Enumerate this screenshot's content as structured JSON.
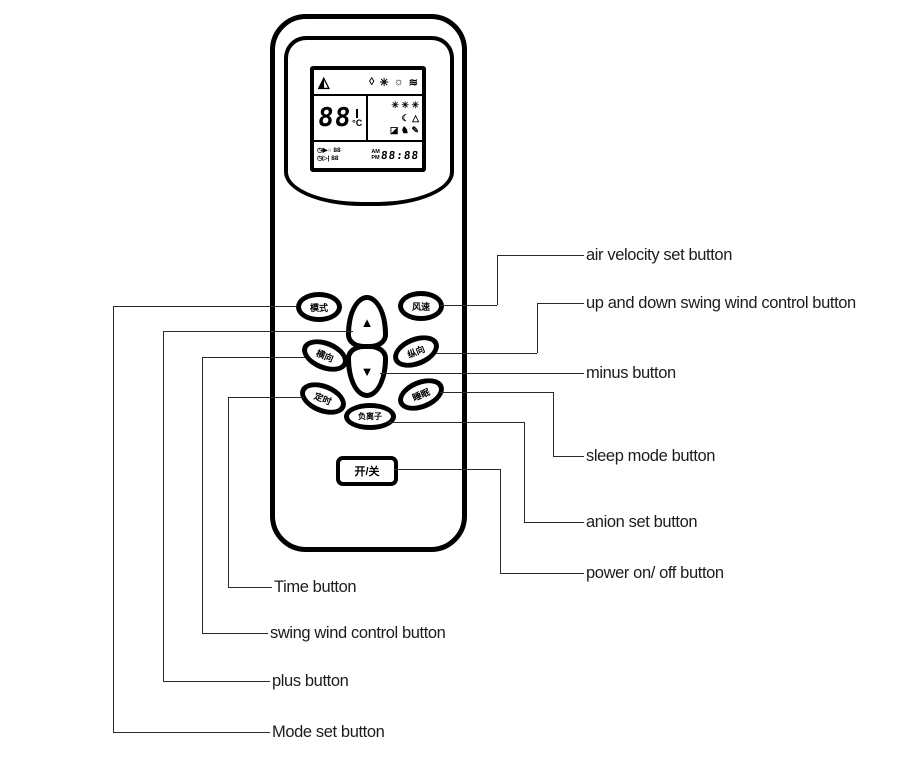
{
  "figure": {
    "type": "labeled-diagram",
    "subject": "air conditioner remote control",
    "background_color": "#ffffff",
    "line_color": "#2a2a2a",
    "device_color": "#000000"
  },
  "display": {
    "icons_top": {
      "triangle": "◭",
      "drop": "◊",
      "fan": "✳",
      "sun": "☼",
      "mist": "≋"
    },
    "temperature": "88",
    "temp_unit": "°C",
    "fan_row": "✳ ✳ ✳",
    "night_row": "☾ △",
    "swing_row": "◪ ♞ ✎",
    "timer_line1": "◷▶○ 88",
    "timer_line2": "◷▷| 88",
    "meridiem_top": "AM",
    "meridiem_bottom": "PM",
    "clock": "88:88"
  },
  "buttons": {
    "mode": "模式",
    "fan_speed": "风速",
    "up": "▲",
    "down": "▼",
    "swing_horizontal": "横向",
    "swing_vertical": "纵向",
    "timer": "定时",
    "anion": "负离子",
    "sleep": "睡眠",
    "power": "开/关"
  },
  "callouts": {
    "air_velocity": "air velocity set button",
    "swing_up_down": "up and down swing wind control button",
    "minus": "minus button",
    "sleep": "sleep mode button",
    "anion": "anion set button",
    "power": "power on/ off  button",
    "time": "Time button",
    "swing": "swing wind control button",
    "plus": "plus button",
    "mode": "Mode set button"
  }
}
